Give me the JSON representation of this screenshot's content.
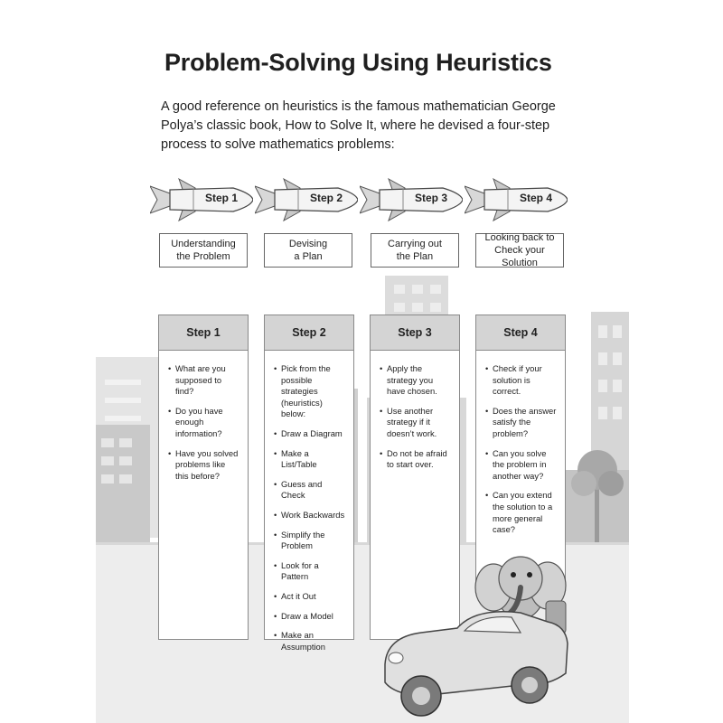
{
  "title": "Problem-Solving Using Heuristics",
  "intro": "A good reference on heuristics is the famous mathematician George Polya’s classic book, How to Solve It, where he devised a four-step process to solve mathematics problems:",
  "rockets": [
    {
      "label": "Step 1"
    },
    {
      "label": "Step 2"
    },
    {
      "label": "Step 3"
    },
    {
      "label": "Step 4"
    }
  ],
  "step_names": [
    {
      "line1": "Understanding",
      "line2": "the Problem"
    },
    {
      "line1": "Devising",
      "line2": "a Plan"
    },
    {
      "line1": "Carrying out",
      "line2": "the Plan"
    },
    {
      "line1": "Looking back to",
      "line2": "Check your Solution"
    }
  ],
  "columns": [
    {
      "header": "Step 1",
      "items": [
        "What are you supposed to find?",
        "Do you have enough information?",
        "Have you solved problems like this before?"
      ]
    },
    {
      "header": "Step 2",
      "items": [
        "Pick from the possible strategies (heuristics) below:",
        "Draw a Diagram",
        "Make a List/Table",
        "Guess and Check",
        "Work Backwards",
        "Simplify the Problem",
        "Look for a Pattern",
        "Act it Out",
        "Draw a Model",
        "Make an Assumption"
      ]
    },
    {
      "header": "Step 3",
      "items": [
        "Apply the strategy you have chosen.",
        "Use another strategy if it doesn’t work.",
        "Do not be afraid to start over."
      ]
    },
    {
      "header": "Step 4",
      "items": [
        "Check if your solution is correct.",
        "Does the answer satisfy the problem?",
        "Can you solve the problem in another way?",
        "Can you extend the solution to a more general case?"
      ]
    }
  ],
  "icons": [
    "rocket-icon",
    "city-skyline-illustration",
    "tree-icon",
    "elephant-in-car-illustration"
  ],
  "colors": {
    "header_fill": "#d4d4d4",
    "building_light": "#e2e2e2",
    "building_mid": "#cfcfcf",
    "road": "#ededed"
  }
}
